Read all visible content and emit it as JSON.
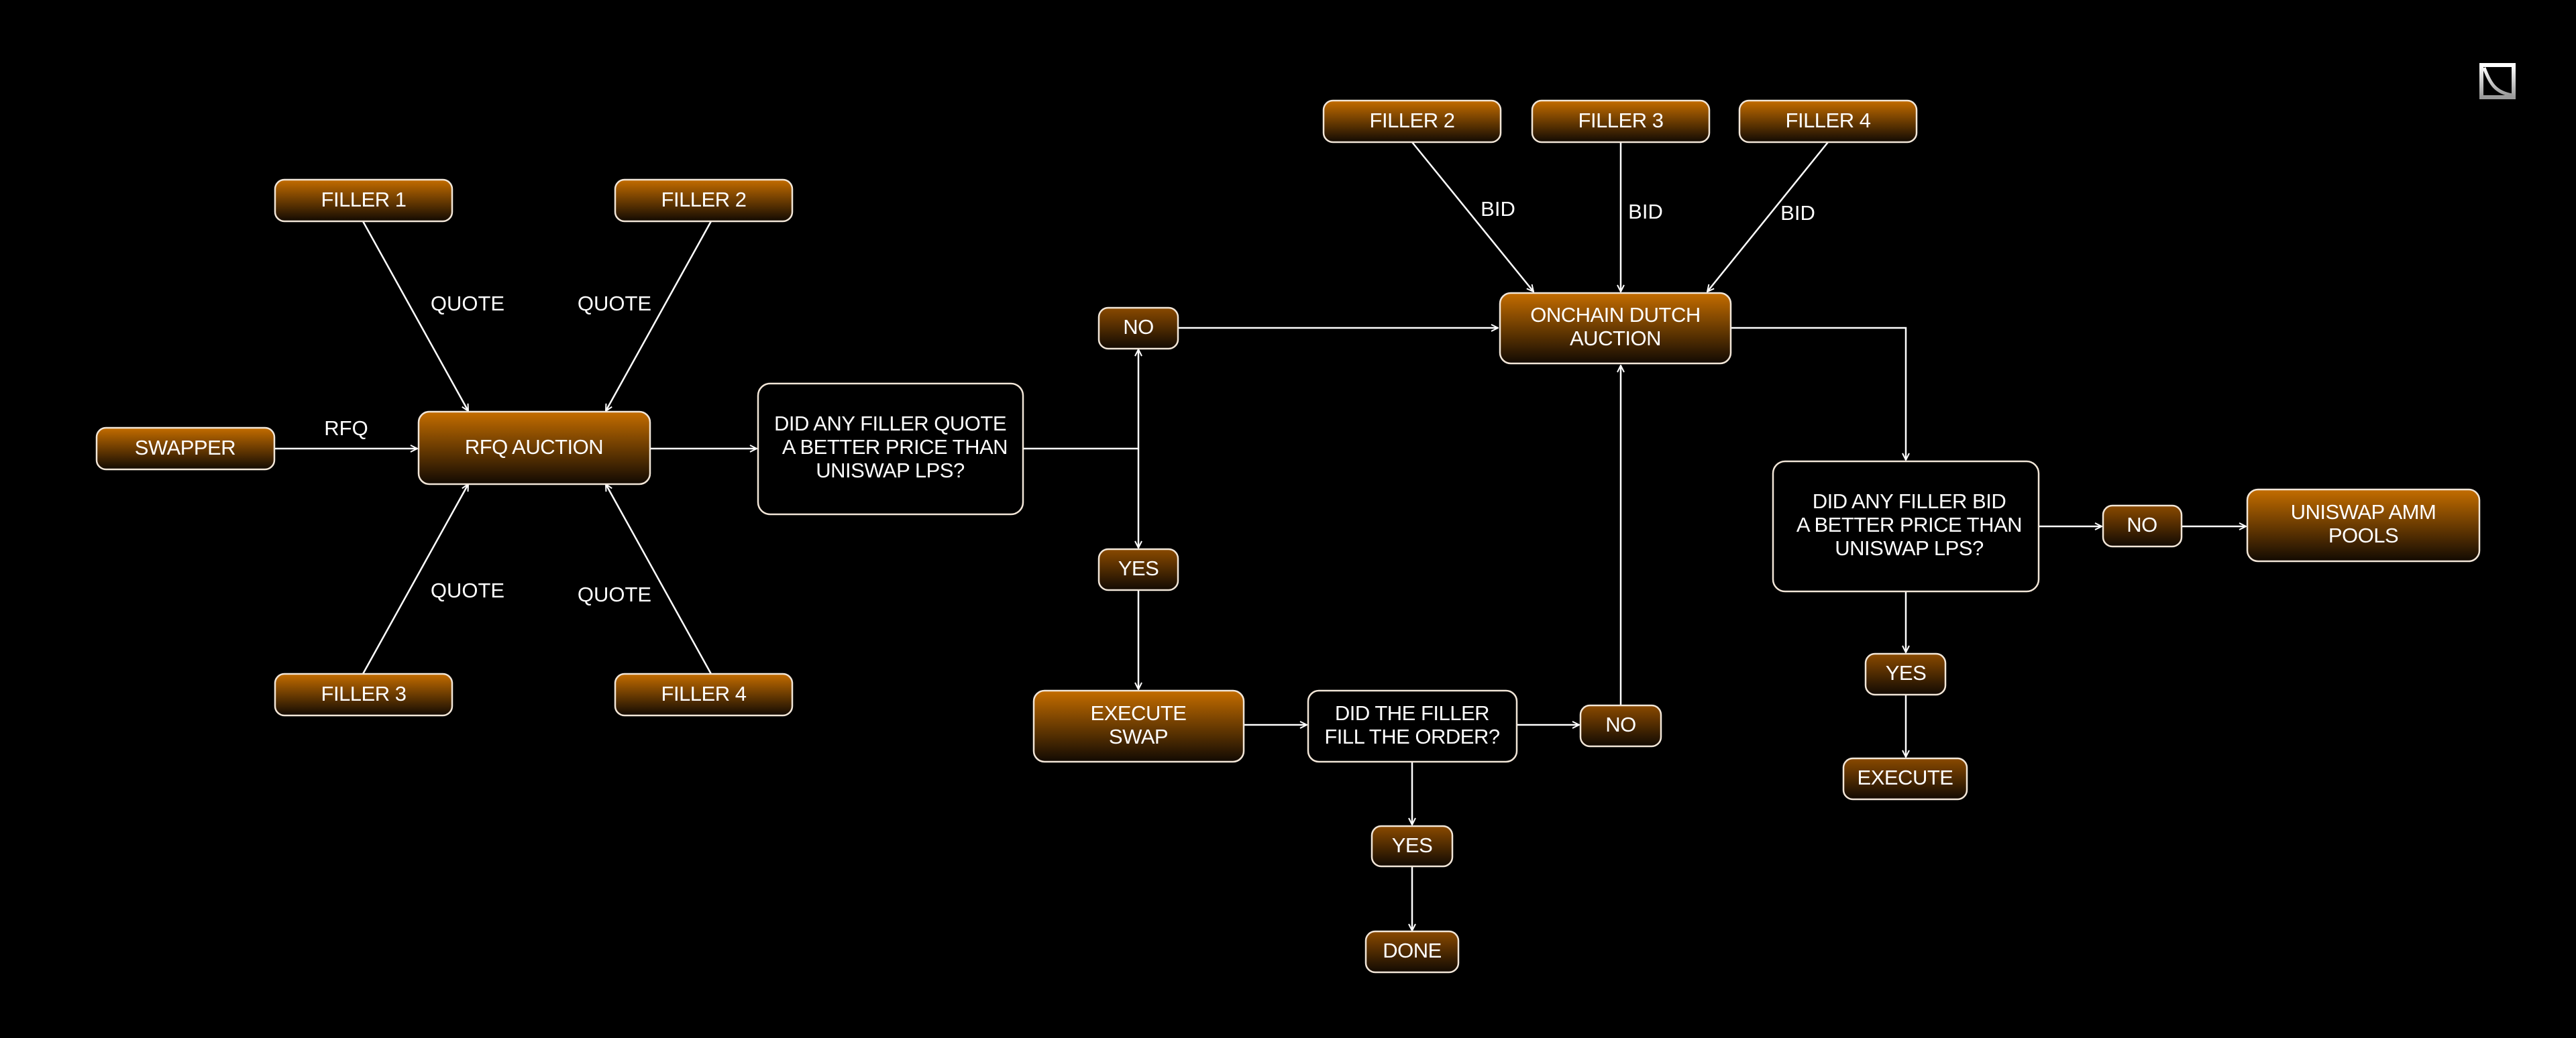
{
  "diagram": {
    "nodes": {
      "swapper": "SWAPPER",
      "rfq_auction": "RFQ AUCTION",
      "filler1_left": "FILLER 1",
      "filler2_left": "FILLER 2",
      "filler3_left": "FILLER 3",
      "filler4_left": "FILLER 4",
      "decision1": [
        "DID ANY FILLER QUOTE",
        "A BETTER PRICE THAN",
        "UNISWAP LPS?"
      ],
      "no1": "NO",
      "yes1": "YES",
      "execute_swap": [
        "EXECUTE",
        "SWAP"
      ],
      "decision_fill": [
        "DID THE FILLER",
        "FILL THE ORDER?"
      ],
      "no2": "NO",
      "yes2": "YES",
      "done": "DONE",
      "filler2_right": "FILLER 2",
      "filler3_right": "FILLER 3",
      "filler4_right": "FILLER 4",
      "dutch_auction": [
        "ONCHAIN DUTCH",
        "AUCTION"
      ],
      "decision2": [
        "DID ANY FILLER BID",
        "A BETTER PRICE THAN",
        "UNISWAP LPS?"
      ],
      "no3": "NO",
      "uniswap_amm": [
        "UNISWAP AMM",
        "POOLS"
      ],
      "yes3": "YES",
      "execute": "EXECUTE"
    },
    "edge_labels": {
      "rfq": "RFQ",
      "quote1": "QUOTE",
      "quote2": "QUOTE",
      "quote3": "QUOTE",
      "quote4": "QUOTE",
      "bid1": "BID",
      "bid2": "BID",
      "bid3": "BID"
    },
    "logo": "uniswap-logo-icon",
    "colors": {
      "background": "#000000",
      "accent_orange": "#c46d00",
      "node_dark": "#120a02",
      "stroke": "#ffffff"
    }
  }
}
